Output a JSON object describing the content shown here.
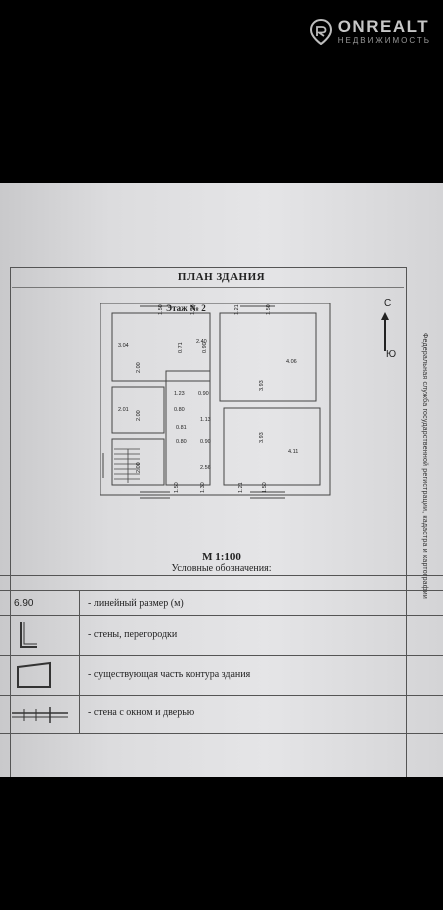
{
  "watermark": {
    "brand": "ONREALT",
    "subtitle": "НЕДВИЖИМОСТЬ"
  },
  "document": {
    "title": "ПЛАН ЗДАНИЯ",
    "floor_label": "Этаж № 2",
    "compass": {
      "north": "С",
      "south": "Ю"
    },
    "scale": "М 1:100",
    "legend_title": "Условные обозначения:",
    "side_text": "Федеральная служба государственной регистрации, кадастра и картографии"
  },
  "plan_labels": [
    {
      "text": "1.50",
      "rot": true
    },
    {
      "text": "1.28",
      "rot": true
    },
    {
      "text": "1.21",
      "rot": true
    },
    {
      "text": "1.50",
      "rot": true
    },
    {
      "text": "3.04",
      "rot": false
    },
    {
      "text": "2.40",
      "rot": false
    },
    {
      "text": "0.71",
      "rot": true
    },
    {
      "text": "0.90",
      "rot": true
    },
    {
      "text": "4.06",
      "rot": false
    },
    {
      "text": "2.00",
      "rot": true
    },
    {
      "text": "1.23",
      "rot": false
    },
    {
      "text": "0.90",
      "rot": false
    },
    {
      "text": "3.93",
      "rot": true
    },
    {
      "text": "0.80",
      "rot": false
    },
    {
      "text": "2.01",
      "rot": false
    },
    {
      "text": "2.00",
      "rot": true
    },
    {
      "text": "1.13",
      "rot": false
    },
    {
      "text": "0.81",
      "rot": false
    },
    {
      "text": "3.93",
      "rot": true
    },
    {
      "text": "4.11",
      "rot": false
    },
    {
      "text": "0.80",
      "rot": false
    },
    {
      "text": "0.90",
      "rot": false
    },
    {
      "text": "2.00",
      "rot": true
    },
    {
      "text": "2.56",
      "rot": false
    },
    {
      "text": "1.50",
      "rot": true
    },
    {
      "text": "1.30",
      "rot": true
    },
    {
      "text": "1.21",
      "rot": true
    },
    {
      "text": "1.50",
      "rot": true
    }
  ],
  "legend": [
    {
      "value": "6.90",
      "description": "- линейный размер (м)"
    },
    {
      "value": "",
      "description": "- стены, перегородки"
    },
    {
      "value": "",
      "description": "- существующая часть контура здания"
    },
    {
      "value": "",
      "description": "- стена с окном и дверью"
    }
  ]
}
